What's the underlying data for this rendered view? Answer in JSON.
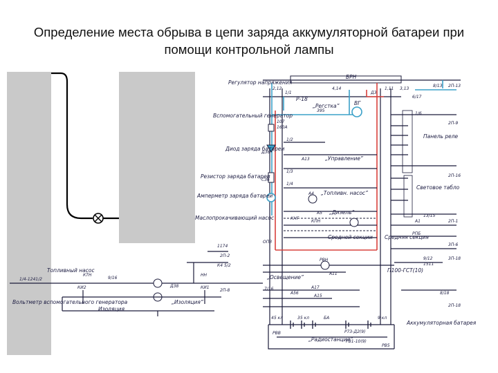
{
  "title": {
    "line1": "Определение места обрыва в цепи заряда аккумуляторной батареи при",
    "line2": "помощи контрольной лампы"
  },
  "labels": {
    "regulator": "Регулятор напряжения",
    "aux_gen": "Вспомогательный генератор",
    "diode": "Диод заряда батареи",
    "resistor": "Резистор заряда батареи",
    "ammeter": "Амперметр заряда батареи",
    "oil_pump": "Маслопрокачивающий насос",
    "fuel_pump": "Топливный насос",
    "voltmeter": "Вольтметр вспомогательного генератора",
    "panel_relay": "Панель реле",
    "light_board": "Световое табло",
    "battery": "Аккумуляторная батарея",
    "brn": "БРН",
    "control": "„Управление”",
    "fuel_pump_q": "„Топливн. насос”",
    "diesel": "„Дизель”",
    "mid_section": "Средней секции",
    "mid_section2": "Средняя секция",
    "lighting": "„Освещение”",
    "radio": "„Радиостанция”",
    "isolation": "Изоляция",
    "isolation2": "„Изоляция”",
    "vg": "ВГ",
    "r18": "Р-18",
    "rectifier": "„Регстка”",
    "p100": "П100-ГСТ(10)",
    "a13": "А13",
    "a4": "А4",
    "a5": "А5",
    "a17": "А17",
    "a15": "А15",
    "a11": "А11",
    "kng": "КНГ",
    "kpn": "КПН",
    "rpb": "РПБ",
    "d36": "Д36",
    "d3": "Д3",
    "d38": "Д38",
    "c36": "С36",
    "a1": "А1",
    "rvn": "РВН",
    "nn": "НН",
    "ktn": "КТН",
    "a56": "А56",
    "ki2": "КИ2",
    "ki1": "КИ1",
    "w1": "1/1",
    "w2": "2,12",
    "w3": "4,14",
    "w4": "1,11",
    "w5": "3,13",
    "w6": "6/17",
    "w7": "8/13",
    "w8": "2П-13",
    "w9": "2П-9",
    "w10": "2П-16",
    "w11": "2П-1",
    "w12": "2П-18",
    "w13": "3П-6",
    "w14": "9/12",
    "w15": "8/18",
    "w16": "3П-18",
    "w17": "395",
    "w18": "107",
    "w19": "160А",
    "w20": "13/15",
    "w21": "1/4",
    "w22": "1/3",
    "w23": "1/2",
    "w24": "7/16",
    "w25": "1/6",
    "w26": "1174",
    "w27": "1511",
    "w28": "1/4-1241/2",
    "w29": "9/16",
    "w30": "2П-2",
    "w31": "2П-8",
    "w32": "К4 5/2",
    "w33": "ОПЗ",
    "w34": "РВ1-10(9)",
    "w35": "РВ5",
    "w36": "РВВ",
    "w37": "Р73-Д2(9)",
    "w38": "45 кл",
    "w39": "35 кл",
    "w40": "9 кл",
    "w41": "БА"
  }
}
